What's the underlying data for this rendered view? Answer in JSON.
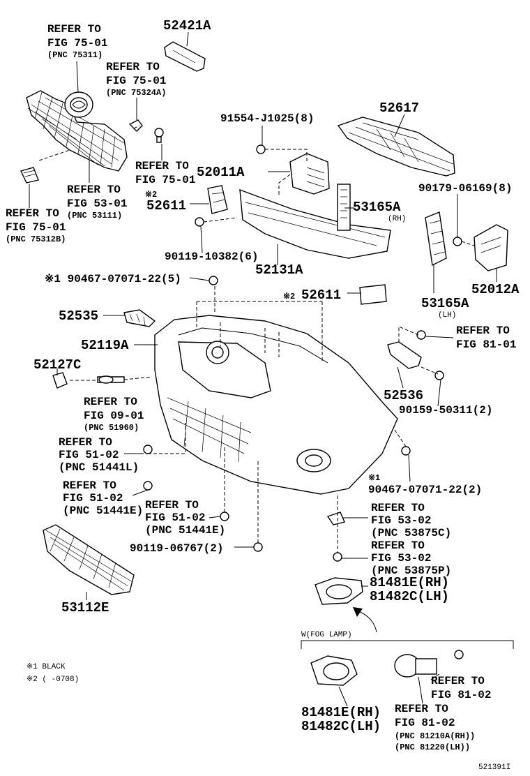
{
  "labels": {
    "p52421a": "52421A",
    "ref_grille_top": [
      "REFER TO",
      "FIG 75-01",
      "(PNC 75311)"
    ],
    "ref_emblem_clip": [
      "REFER TO",
      "FIG 75-01",
      "(PNC 75324A)"
    ],
    "ref_screw": [
      "REFER TO",
      "FIG 75-01"
    ],
    "ref_grille_left": [
      "REFER TO",
      "FIG 75-01",
      "(PNC 75312B)"
    ],
    "ref_grille_mid": [
      "REFER TO",
      "FIG 53-01",
      "(PNC 53111)"
    ],
    "p52617": "52617",
    "p91554": "91554-J1025(8)",
    "p52011a": "52011A",
    "note2_mark_a": "※2",
    "p52611_a": "52611",
    "p53165a_rh": "53165A",
    "rh_note": "(RH)",
    "p90179": "90179-06169(8)",
    "p90119_10382": "90119-10382(6)",
    "p52131a": "52131A",
    "p53165a_lh": "53165A",
    "lh_note": "(LH)",
    "p52012a": "52012A",
    "p90467_top": "※1 90467-07071-22(5)",
    "note2_mark_b": "※2",
    "p52611_b": "52611",
    "p52535": "52535",
    "p52119a": "52119A",
    "ref_fig8101": [
      "REFER TO",
      "FIG 81-01"
    ],
    "p52127c": "52127C",
    "ref_fig0901": [
      "REFER TO",
      "FIG 09-01",
      "(PNC 51960)"
    ],
    "p52536": "52536",
    "p90159": "90159-50311(2)",
    "ref_fig5102_l": [
      "REFER TO",
      "FIG 51-02",
      "(PNC 51441L)"
    ],
    "note1_mark": "※1",
    "p90467_bottom": "90467-07071-22(2)",
    "ref_fig5102_e1": [
      "REFER TO",
      "FIG 51-02",
      "(PNC 51441E)"
    ],
    "ref_fig5102_e2": [
      "REFER TO",
      "FIG 51-02",
      "(PNC 51441E)"
    ],
    "ref_fig5302_c": [
      "REFER TO",
      "FIG 53-02",
      "(PNC 53875C)"
    ],
    "p90119_06767": "90119-06767(2)",
    "ref_fig5302_p": [
      "REFER TO",
      "FIG 53-02",
      "(PNC 53875P)"
    ],
    "p81481e_rh": "81481E(RH)",
    "p81482c_lh": "81482C(LH)",
    "p53112e": "53112E",
    "fog_lamp": "W(FOG LAMP)",
    "legend1": "※1 BLACK",
    "legend2": "※2 (      -0708)",
    "ref_fig8102_a": [
      "REFER TO",
      "FIG 81-02"
    ],
    "p81481e_rh_b": "81481E(RH)",
    "p81482c_lh_b": "81482C(LH)",
    "ref_fig8102_b": [
      "REFER TO",
      "FIG 81-02",
      "(PNC 81210A(RH))",
      "(PNC 81220(LH))"
    ],
    "diagram_id": "521391I"
  }
}
